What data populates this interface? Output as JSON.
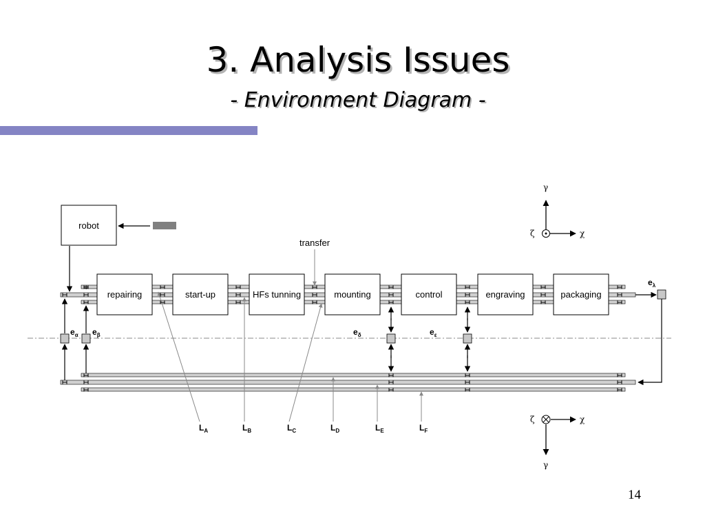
{
  "slide": {
    "title": "3. Analysis Issues",
    "subtitle": "- Environment Diagram -",
    "page_number": "14"
  },
  "diagram": {
    "robot_label": "robot",
    "transfer_label": "transfer",
    "stations": [
      "repairing",
      "start-up",
      "HFs tunning",
      "mounting",
      "control",
      "engraving",
      "packaging"
    ],
    "sensors": [
      {
        "base": "e",
        "sub": "α"
      },
      {
        "base": "e",
        "sub": "β"
      },
      {
        "base": "e",
        "sub": "δ"
      },
      {
        "base": "e",
        "sub": "ε"
      },
      {
        "base": "e",
        "sub": "λ"
      }
    ],
    "lines": [
      {
        "base": "L",
        "sub": "A"
      },
      {
        "base": "L",
        "sub": "B"
      },
      {
        "base": "L",
        "sub": "C"
      },
      {
        "base": "L",
        "sub": "D"
      },
      {
        "base": "L",
        "sub": "E"
      },
      {
        "base": "L",
        "sub": "F"
      }
    ],
    "axes_top": {
      "up": "γ",
      "left": "ζ",
      "right": "χ"
    },
    "axes_bottom": {
      "down": "γ",
      "left": "ζ",
      "right": "χ"
    }
  }
}
